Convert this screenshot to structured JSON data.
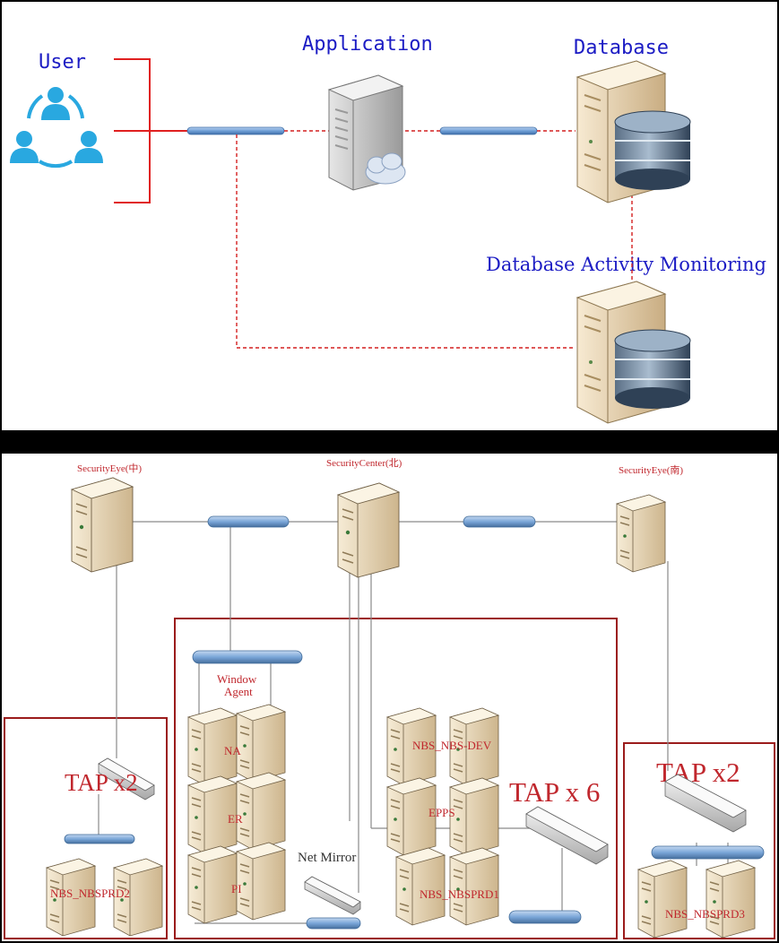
{
  "top": {
    "user_label": "User",
    "application_label": "Application",
    "database_label": "Database",
    "dam_label": "Database Activity Monitoring",
    "colors": {
      "label": "#1c1cc4",
      "connector": "#e02020",
      "pipe": "#7aa6d8",
      "user_icon": "#29a8e0"
    },
    "icons": [
      "user-group-icon",
      "application-server-icon",
      "cloud-icon",
      "database-server-icon",
      "dam-server-icon"
    ]
  },
  "bottom": {
    "security_eye_mid": "SecurityEye(中)",
    "security_center": "SecurityCenter(北)",
    "security_eye_south": "SecurityEye(南)",
    "left_zone": {
      "tap_label": "TAP x2",
      "server_label": "NBS_NBSPRD2"
    },
    "center_zone": {
      "window_agent": "Window\nAgent",
      "na_label": "NA",
      "er_label": "ER",
      "pi_label": "PI",
      "net_mirror": "Net Mirror",
      "dev_label": "NBS_NBS-DEV",
      "epps_label": "EPPS",
      "prd1_label": "NBS_NBSPRD1",
      "tap_label": "TAP x 6"
    },
    "right_zone": {
      "tap_label": "TAP x2",
      "server_label": "NBS_NBSPRD3"
    },
    "colors": {
      "zone_border": "#9b1c1c",
      "label": "#c0272d",
      "server_body": "#efe3c8",
      "line": "#888888"
    },
    "icons": [
      "server-icon",
      "network-switch-icon",
      "tap-device-icon"
    ]
  }
}
